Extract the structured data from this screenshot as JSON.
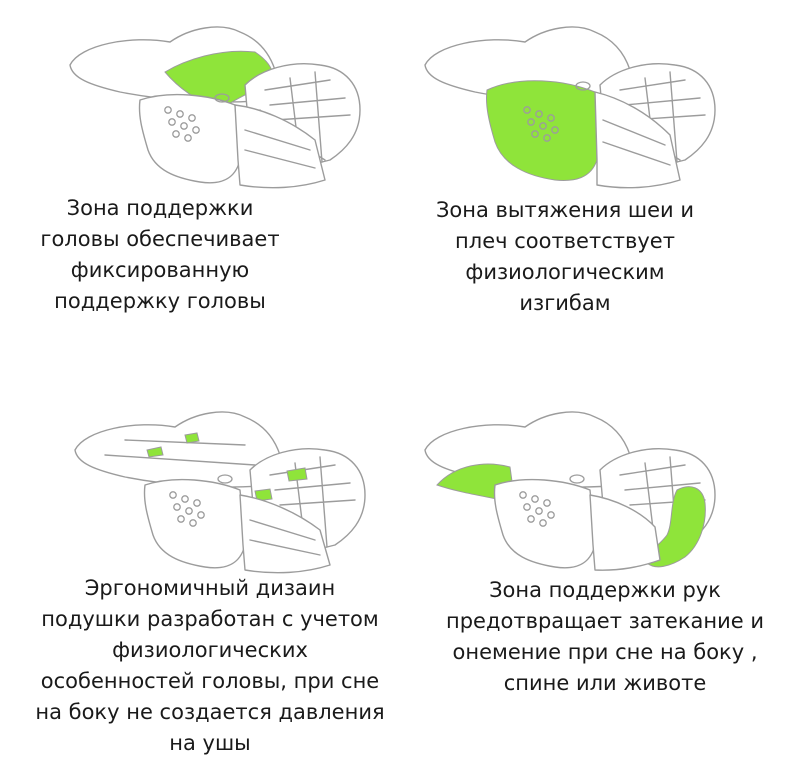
{
  "colors": {
    "highlight": "#8fe43a",
    "outline": "#9c9c9c",
    "text": "#1a1a1a",
    "background": "#ffffff"
  },
  "panels": [
    {
      "illustration": "pillow-head-support-zone",
      "caption": [
        "Зона поддержки",
        "головы обеспечивает",
        "фиксированную",
        "поддержку головы"
      ]
    },
    {
      "illustration": "pillow-neck-shoulder-zone",
      "caption": [
        "Зона  вытяжения  шеи и",
        "плеч  соответствует",
        "физиологическим",
        "изгибам"
      ]
    },
    {
      "illustration": "pillow-ear-cutouts",
      "caption": [
        "Эргономичный дизаин",
        "подушки разработан  с учетом",
        "физиологических",
        "особенностей  головы, при сне",
        "на боку  не создается давления",
        "на  ушы"
      ]
    },
    {
      "illustration": "pillow-arm-support-zone",
      "caption": [
        "Зона поддержки рук",
        "предотвращает затекание  и",
        "онемение  при  сне на боку ,",
        "спине или животе"
      ]
    }
  ]
}
